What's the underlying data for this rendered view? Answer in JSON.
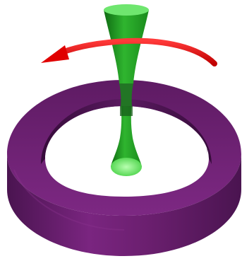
{
  "colors": {
    "background": "#ffffff",
    "ring": "#6b1f6f",
    "ring_light": "#8a2d8e",
    "ring_dark": "#3d0d40",
    "hourglass": "#2fb52f",
    "hourglass_light": "#6fe66f",
    "hourglass_dark": "#0f6a12",
    "arrow": "#ff0000",
    "arrow_dark": "#b00000"
  },
  "icons": {
    "torus": "ring-shape",
    "vortex": "hourglass-shape",
    "rotation": "curved-arrow"
  }
}
